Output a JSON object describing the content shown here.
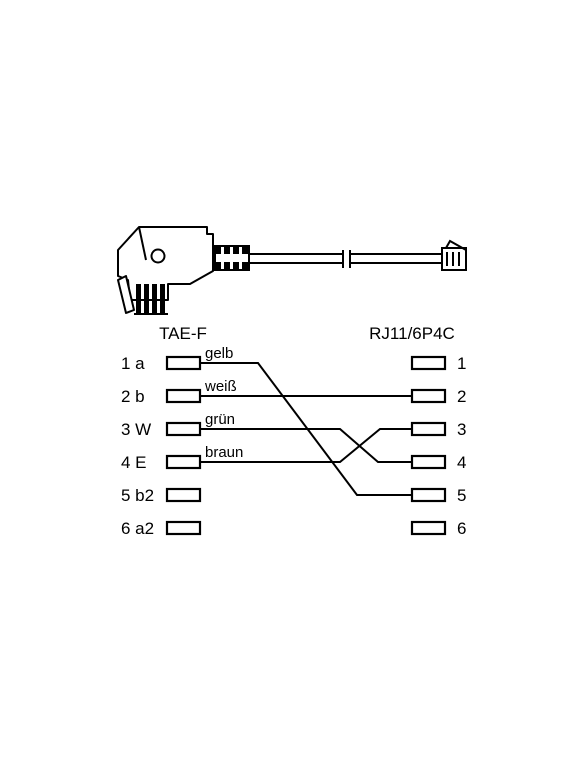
{
  "left_connector": {
    "title": "TAE-F",
    "pins": [
      "1 a",
      "2 b",
      "3 W",
      "4 E",
      "5 b2",
      "6 a2"
    ]
  },
  "right_connector": {
    "title": "RJ11/6P4C",
    "pins": [
      "1",
      "2",
      "3",
      "4",
      "5",
      "6"
    ]
  },
  "wires": [
    {
      "label": "gelb",
      "from_pin": 1,
      "to_pin": 5
    },
    {
      "label": "weiß",
      "from_pin": 2,
      "to_pin": 2
    },
    {
      "label": "grün",
      "from_pin": 3,
      "to_pin": 4
    },
    {
      "label": "braun",
      "from_pin": 4,
      "to_pin": 3
    }
  ]
}
